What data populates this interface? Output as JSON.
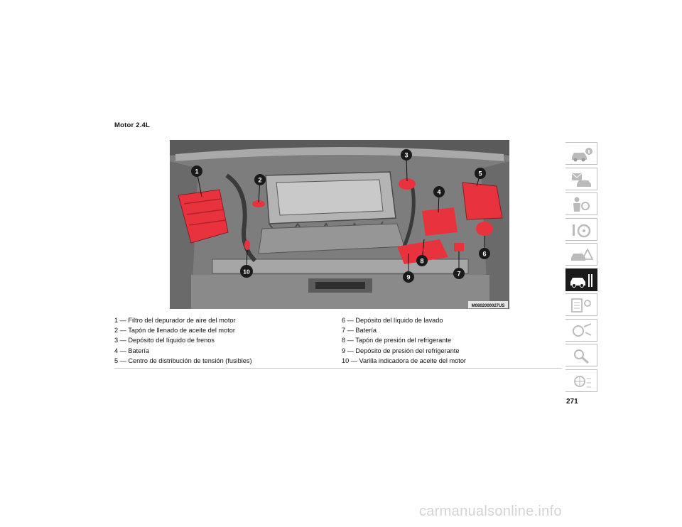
{
  "page": {
    "title": "Motor 2.4L",
    "page_number": "271",
    "watermark": "carmanualsonline.info"
  },
  "figure": {
    "code": "M0802000027US",
    "callouts": [
      "1",
      "2",
      "3",
      "4",
      "5",
      "6",
      "7",
      "8",
      "9",
      "10"
    ],
    "highlight_color": "#e8333f"
  },
  "legend": {
    "left": [
      "1 — Filtro del depurador de aire del motor",
      "2 — Tapón de llenado de aceite del motor",
      "3 — Depósito del líquido de frenos",
      "4 — Batería",
      "5 — Centro de distribución de tensión (fusibles)"
    ],
    "right": [
      "6 — Depósito del líquido de lavado",
      "7 — Batería",
      "8 — Tapón de presión del refrigerante",
      "9 — Depósito de presión del refrigerante",
      "10 — Varilla indicadora de aceite del motor"
    ]
  },
  "tabs": [
    {
      "icon": "car-info-icon",
      "active": false
    },
    {
      "icon": "envelope-car-icon",
      "active": false
    },
    {
      "icon": "seat-belt-person-icon",
      "active": false
    },
    {
      "icon": "steering-wheel-icon",
      "active": false
    },
    {
      "icon": "warning-car-icon",
      "active": false
    },
    {
      "icon": "car-service-wrench-icon",
      "active": true
    },
    {
      "icon": "maintenance-checklist-icon",
      "active": false
    },
    {
      "icon": "specifications-icon",
      "active": false
    },
    {
      "icon": "magnifier-index-icon",
      "active": false
    },
    {
      "icon": "languages-icon",
      "active": false
    }
  ]
}
